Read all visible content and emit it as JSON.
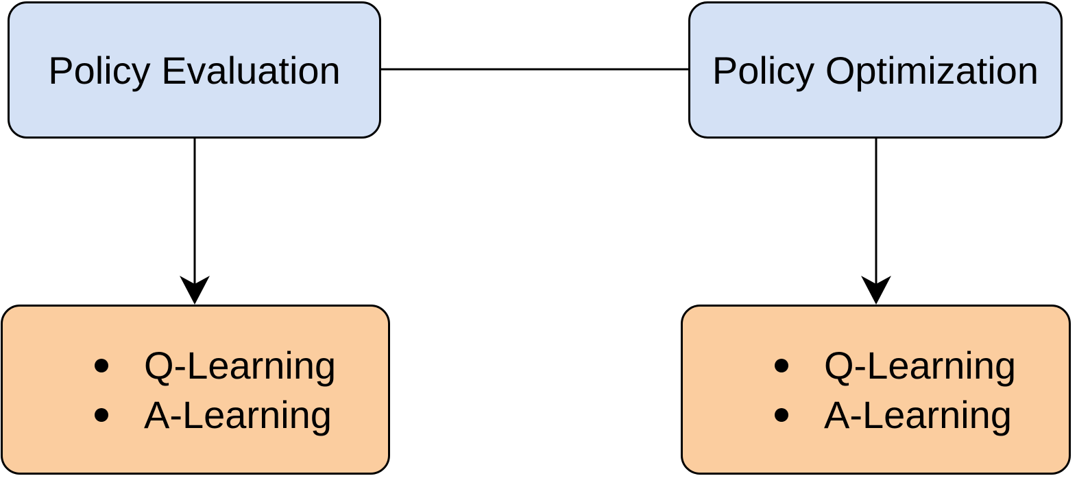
{
  "nodes": {
    "policy_evaluation": {
      "label": "Policy Evaluation"
    },
    "policy_optimization": {
      "label": "Policy Optimization"
    },
    "left_methods": {
      "items": [
        "Q-Learning",
        "A-Learning"
      ]
    },
    "right_methods": {
      "items": [
        "Q-Learning",
        "A-Learning"
      ]
    }
  },
  "colors": {
    "top_fill": "#d4e1f5",
    "bottom_fill": "#fbcd9f",
    "stroke": "#000000"
  }
}
